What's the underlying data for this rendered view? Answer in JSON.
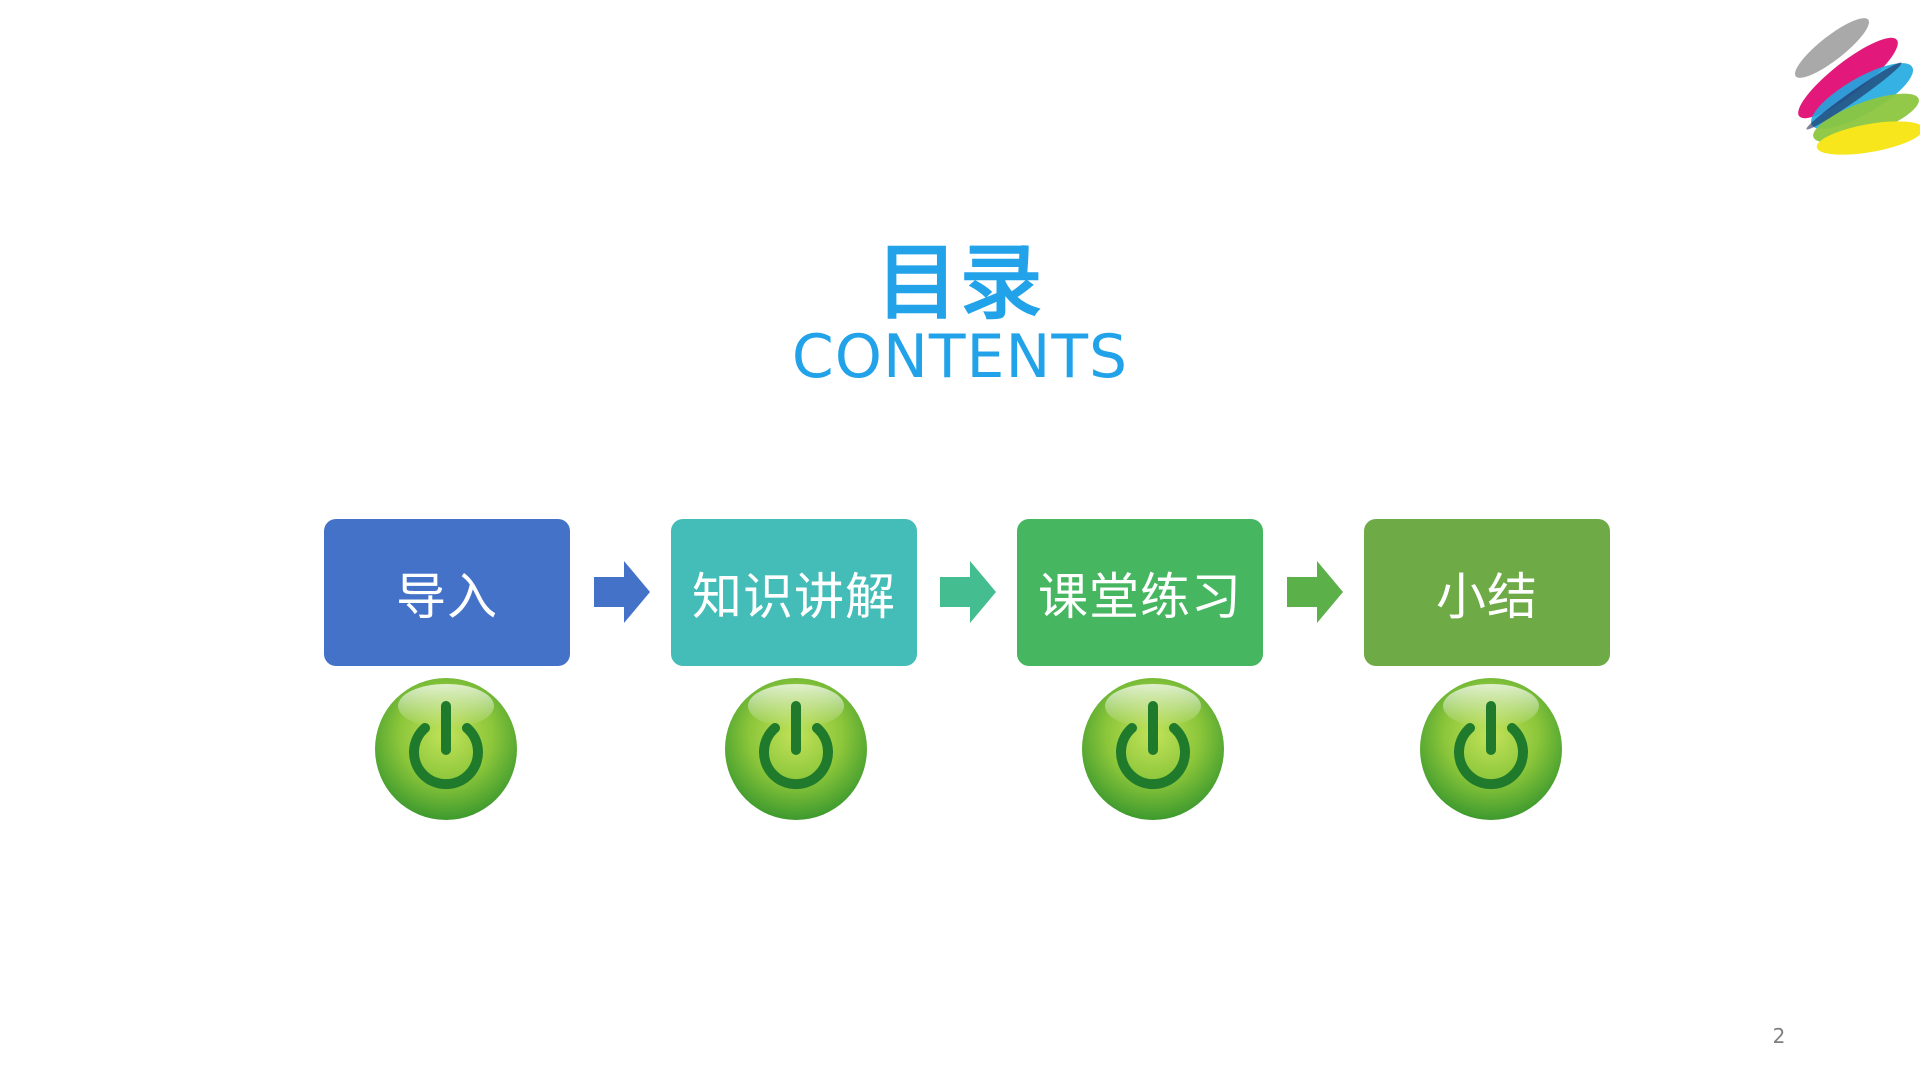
{
  "title": {
    "chinese": "目录",
    "english": "CONTENTS",
    "color": "#22a3e9"
  },
  "steps": [
    {
      "label": "导入",
      "color": "#4472c8"
    },
    {
      "label": "知识讲解",
      "color": "#44bdb9"
    },
    {
      "label": "课堂练习",
      "color": "#46b660"
    },
    {
      "label": "小结",
      "color": "#6eaa46"
    }
  ],
  "arrows": [
    {
      "color": "#4472c8"
    },
    {
      "color": "#44bd90"
    },
    {
      "color": "#5bb04a"
    }
  ],
  "icons": {
    "logo": "colorful-feather-logo-icon",
    "step_icon": "power-button-icon"
  },
  "page_number": "2"
}
